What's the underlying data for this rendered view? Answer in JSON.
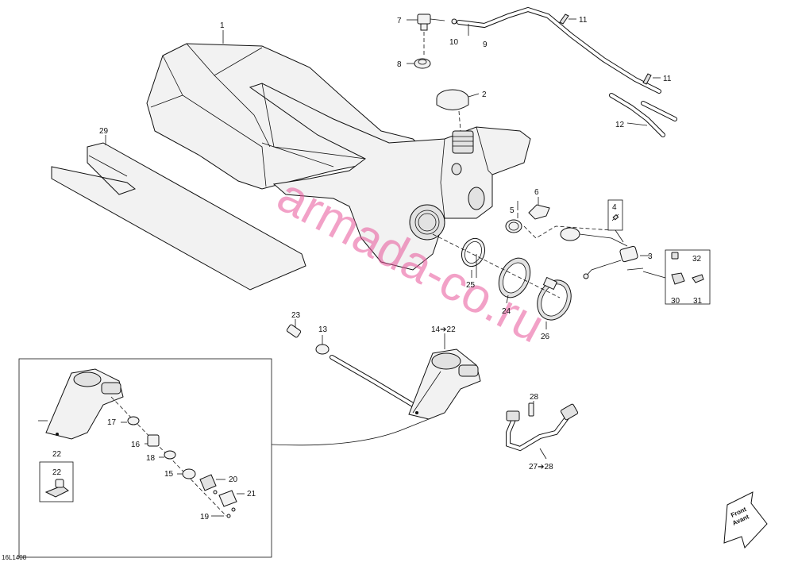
{
  "diagram": {
    "code": "16L1408",
    "watermark": "armada-co.ru",
    "front_arrow": {
      "line1": "Front",
      "line2": "Avant"
    },
    "callouts": {
      "c1": "1",
      "c2": "2",
      "c3": "3",
      "c4": "4",
      "c5": "5",
      "c6": "6",
      "c7": "7",
      "c8": "8",
      "c9": "9",
      "c10": "10",
      "c11a": "11",
      "c11b": "11",
      "c12": "12",
      "c13": "13",
      "c14": "14➔22",
      "c15": "15",
      "c16": "16",
      "c17": "17",
      "c18": "18",
      "c19": "19",
      "c20": "20",
      "c21": "21",
      "c22a": "22",
      "c22b": "22",
      "c23": "23",
      "c24": "24",
      "c25": "25",
      "c26": "26",
      "c27": "27➔28",
      "c28": "28",
      "c29": "29",
      "c30": "30",
      "c31": "31",
      "c32": "32"
    }
  }
}
